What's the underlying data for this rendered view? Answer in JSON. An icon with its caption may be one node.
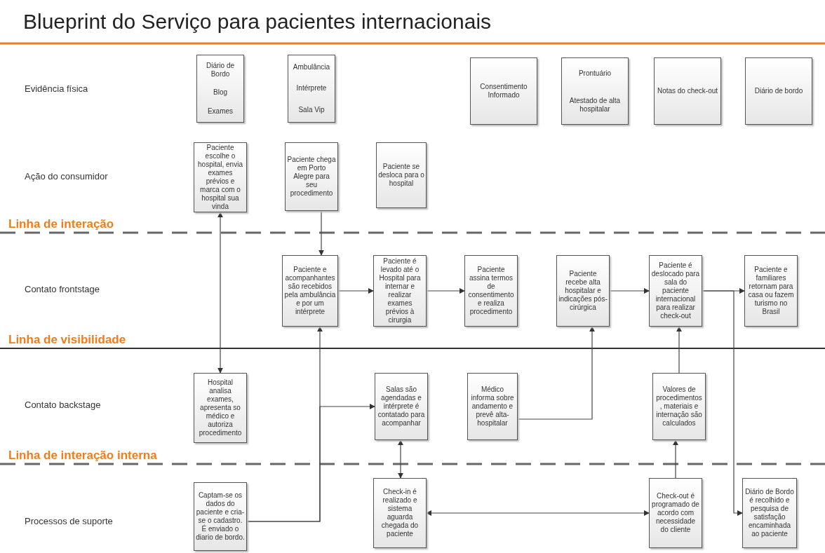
{
  "diagram": {
    "title": "Blueprint do Serviço para pacientes internacionais",
    "nodes": [
      {
        "text": [
          "Diário de Bordo",
          "Blog",
          "Exames"
        ]
      },
      {
        "text": [
          "Ambulância",
          "Intérprete",
          "Sala Vip"
        ]
      },
      {
        "text": [
          "Consentimento Informado"
        ]
      },
      {
        "text": [
          "Prontuário",
          "Atestado de alta hospitalar"
        ]
      },
      {
        "text": [
          "Notas do check-out"
        ]
      },
      {
        "text": [
          "Diário de bordo"
        ]
      },
      {
        "text": [
          "Paciente escolhe o hospital, envia exames prévios e marca com o hospital sua vinda"
        ]
      },
      {
        "text": [
          "Paciente chega em Porto Alegre para seu procedimento"
        ]
      },
      {
        "text": [
          "Paciente se desloca para o hospital"
        ]
      },
      {
        "text": [
          "Paciente e acompanhantes são recebidos pela ambulância e por um intérprete"
        ]
      },
      {
        "text": [
          "Paciente é levado até o Hospital para internar e realizar exames prévios à cirurgia"
        ]
      },
      {
        "text": [
          "Paciente assina termos de consentimento e realiza procedimento"
        ]
      },
      {
        "text": [
          "Paciente recebe alta hospitalar e indicações pós-cirúrgica"
        ]
      },
      {
        "text": [
          "Paciente é deslocado para sala do paciente internacional para realizar check-out"
        ]
      },
      {
        "text": [
          "Paciente e familiares retornam para casa ou fazem turismo no Brasil"
        ]
      },
      {
        "text": [
          "Hospital analisa exames, apresenta so médico e autoriza procedimento"
        ]
      },
      {
        "text": [
          "Salas são agendadas e intérprete é contatado para acompanhar"
        ]
      },
      {
        "text": [
          "Médico informa sobre andamento e prevê alta-hospitalar"
        ]
      },
      {
        "text": [
          "Valores de procedimentos , materiais e internação são calculados"
        ]
      },
      {
        "text": [
          "Captam-se os dados do paciente e cria-se o cadastro. É enviado o diario de bordo."
        ]
      },
      {
        "text": [
          "Check-in é realizado e sistema aguarda chegada do paciente"
        ]
      },
      {
        "text": [
          "Check-out é programado de acordo com necessidade do cliente"
        ]
      },
      {
        "text": [
          "Diário de Bordo é recolhido e pesquisa de satisfação encaminhada ao paciente"
        ]
      }
    ],
    "edges": [
      {
        "from": 6,
        "to": 15,
        "arrow": "both"
      },
      {
        "from": 7,
        "to": 9,
        "arrow": "to"
      },
      {
        "from": 9,
        "to": 10,
        "arrow": "to"
      },
      {
        "from": 10,
        "to": 11,
        "arrow": "to"
      },
      {
        "from": 12,
        "to": 13,
        "arrow": "to"
      },
      {
        "from": 13,
        "to": 14,
        "arrow": "to"
      },
      {
        "from": 13,
        "to": 22,
        "arrow": "to"
      },
      {
        "from": 19,
        "to": 9,
        "arrow": "to"
      },
      {
        "from": 19,
        "to": 16,
        "arrow": "to"
      },
      {
        "from": 16,
        "to": 20,
        "arrow": "both"
      },
      {
        "from": 20,
        "to": 21,
        "arrow": "both"
      },
      {
        "from": 17,
        "to": 12,
        "arrow": "to"
      },
      {
        "from": 21,
        "to": 18,
        "arrow": "to"
      },
      {
        "from": 18,
        "to": 13,
        "arrow": "to"
      }
    ],
    "labels": [
      "Evidência física",
      "Ação do consumidor",
      "Linha de interação",
      "Contato frontstage",
      "Linha de visibilidade",
      "Contato backstage",
      "Linha de interação interna",
      "Processos de suporte"
    ]
  }
}
